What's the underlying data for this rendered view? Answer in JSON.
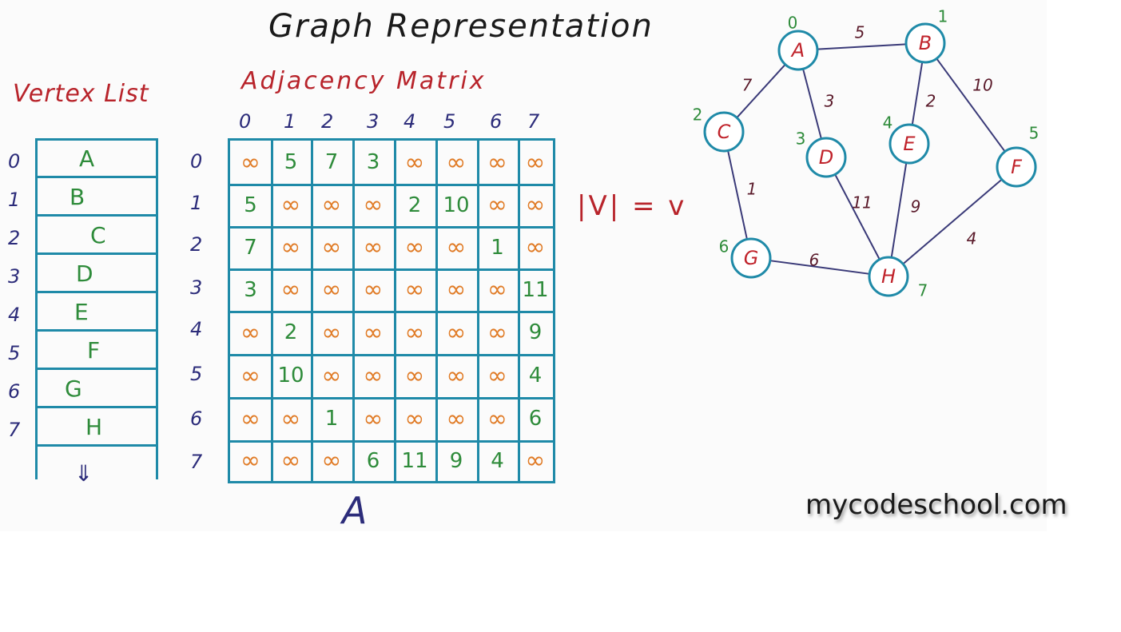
{
  "title": "Graph Representation",
  "vertex_list": {
    "title": "Vertex List",
    "rows": [
      {
        "index": "0",
        "label": "A"
      },
      {
        "index": "1",
        "label": "B"
      },
      {
        "index": "2",
        "label": "C"
      },
      {
        "index": "3",
        "label": "D"
      },
      {
        "index": "4",
        "label": "E"
      },
      {
        "index": "5",
        "label": "F"
      },
      {
        "index": "6",
        "label": "G"
      },
      {
        "index": "7",
        "label": "H"
      }
    ],
    "overflow_mark": "⇓"
  },
  "matrix": {
    "title": "Adjacency Matrix",
    "name": "A",
    "col_indices": [
      "0",
      "1",
      "2",
      "3",
      "4",
      "5",
      "6",
      "7"
    ],
    "row_indices": [
      "0",
      "1",
      "2",
      "3",
      "4",
      "5",
      "6",
      "7"
    ],
    "cells": [
      [
        "∞",
        "5",
        "7",
        "3",
        "∞",
        "∞",
        "∞",
        "∞"
      ],
      [
        "5",
        "∞",
        "∞",
        "∞",
        "2",
        "10",
        "∞",
        "∞"
      ],
      [
        "7",
        "∞",
        "∞",
        "∞",
        "∞",
        "∞",
        "1",
        "∞"
      ],
      [
        "3",
        "∞",
        "∞",
        "∞",
        "∞",
        "∞",
        "∞",
        "11"
      ],
      [
        "∞",
        "2",
        "∞",
        "∞",
        "∞",
        "∞",
        "∞",
        "9"
      ],
      [
        "∞",
        "10",
        "∞",
        "∞",
        "∞",
        "∞",
        "∞",
        "4"
      ],
      [
        "∞",
        "∞",
        "1",
        "∞",
        "∞",
        "∞",
        "∞",
        "6"
      ],
      [
        "∞",
        "∞",
        "∞",
        "6",
        "11",
        "9",
        "4",
        "∞"
      ]
    ]
  },
  "vertex_count": "|V| = v",
  "graph": {
    "nodes": [
      {
        "label": "A",
        "index": "0"
      },
      {
        "label": "B",
        "index": "1"
      },
      {
        "label": "C",
        "index": "2"
      },
      {
        "label": "D",
        "index": "3"
      },
      {
        "label": "E",
        "index": "4"
      },
      {
        "label": "F",
        "index": "5"
      },
      {
        "label": "G",
        "index": "6"
      },
      {
        "label": "H",
        "index": "7"
      }
    ],
    "edges": [
      {
        "from": "A",
        "to": "B",
        "weight": "5"
      },
      {
        "from": "A",
        "to": "C",
        "weight": "7"
      },
      {
        "from": "A",
        "to": "D",
        "weight": "3"
      },
      {
        "from": "B",
        "to": "E",
        "weight": "2"
      },
      {
        "from": "B",
        "to": "F",
        "weight": "10"
      },
      {
        "from": "C",
        "to": "G",
        "weight": "1"
      },
      {
        "from": "D",
        "to": "H",
        "weight": "11"
      },
      {
        "from": "E",
        "to": "H",
        "weight": "9"
      },
      {
        "from": "F",
        "to": "H",
        "weight": "4"
      },
      {
        "from": "G",
        "to": "H",
        "weight": "6"
      }
    ]
  },
  "colors": {
    "grid": "#1f8aa8",
    "infinity": "#e07a24",
    "weight": "#2e8b3a",
    "index": "#2c2c7a",
    "heading": "#b8242b"
  },
  "brand": "mycodeschool.com"
}
